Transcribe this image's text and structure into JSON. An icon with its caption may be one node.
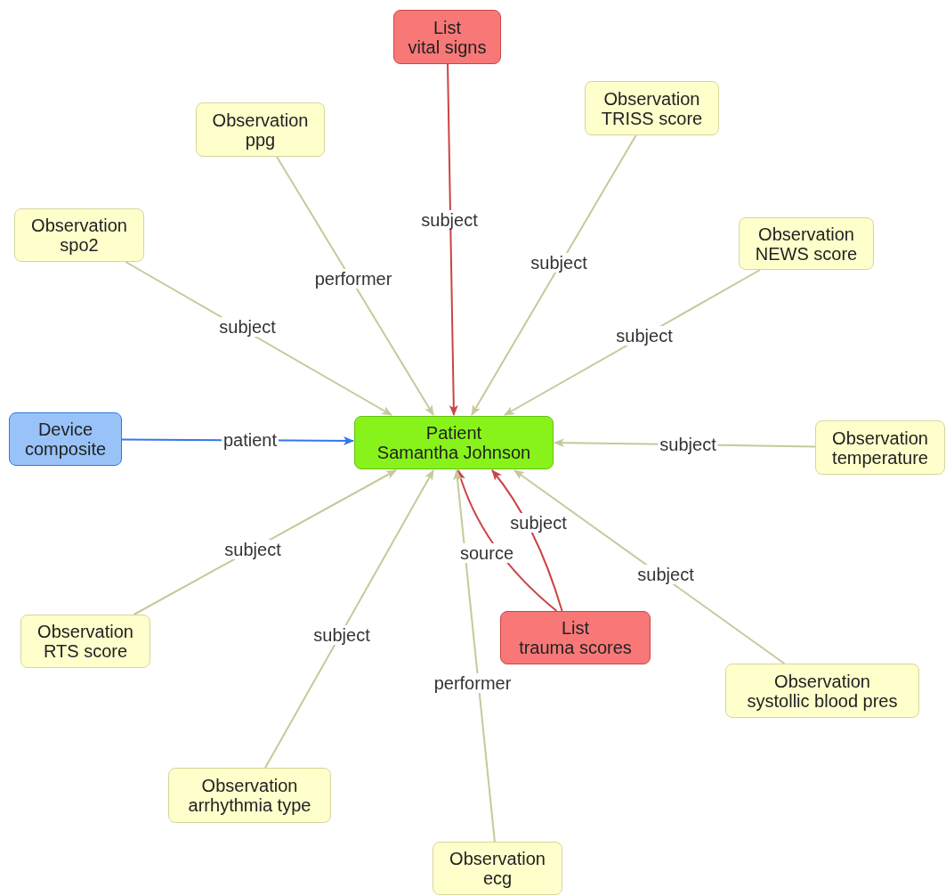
{
  "diagram": {
    "nodes": [
      {
        "text": [
          "Patient",
          "Samantha Johnson"
        ]
      },
      {
        "text": [
          "List",
          "vital signs"
        ]
      },
      {
        "text": [
          "Observation",
          "ppg"
        ]
      },
      {
        "text": [
          "Observation",
          "TRISS score"
        ]
      },
      {
        "text": [
          "Observation",
          "spo2"
        ]
      },
      {
        "text": [
          "Observation",
          "NEWS score"
        ]
      },
      {
        "text": [
          "Device",
          "composite"
        ]
      },
      {
        "text": [
          "Observation",
          "temperature"
        ]
      },
      {
        "text": [
          "Observation",
          "RTS score"
        ]
      },
      {
        "text": [
          "List",
          "trauma scores"
        ]
      },
      {
        "text": [
          "Observation",
          "systollic blood pres"
        ]
      },
      {
        "text": [
          "Observation",
          "arrhythmia type"
        ]
      },
      {
        "text": [
          "Observation",
          "ecg"
        ]
      }
    ],
    "edges": [
      {
        "from": 1,
        "to": 0,
        "arrow": "to",
        "label": "subject",
        "color": "#cc4444"
      },
      {
        "from": 2,
        "to": 0,
        "arrow": "to",
        "label": "performer"
      },
      {
        "from": 3,
        "to": 0,
        "arrow": "to",
        "label": "subject"
      },
      {
        "from": 4,
        "to": 0,
        "arrow": "to",
        "label": "subject"
      },
      {
        "from": 5,
        "to": 0,
        "arrow": "to",
        "label": "subject"
      },
      {
        "from": 6,
        "to": 0,
        "arrow": "to",
        "label": "patient",
        "color": "#3377ee"
      },
      {
        "from": 7,
        "to": 0,
        "arrow": "to",
        "label": "subject"
      },
      {
        "from": 8,
        "to": 0,
        "arrow": "to",
        "label": "subject"
      },
      {
        "from": 9,
        "to": 0,
        "arrow": "to",
        "label": "source",
        "color": "#cc4444"
      },
      {
        "from": 9,
        "to": 0,
        "arrow": "to",
        "label": "subject",
        "color": "#cc4444"
      },
      {
        "from": 10,
        "to": 0,
        "arrow": "to",
        "label": "subject"
      },
      {
        "from": 11,
        "to": 0,
        "arrow": "to",
        "label": "subject"
      },
      {
        "from": 12,
        "to": 0,
        "arrow": "to",
        "label": "performer"
      }
    ]
  }
}
